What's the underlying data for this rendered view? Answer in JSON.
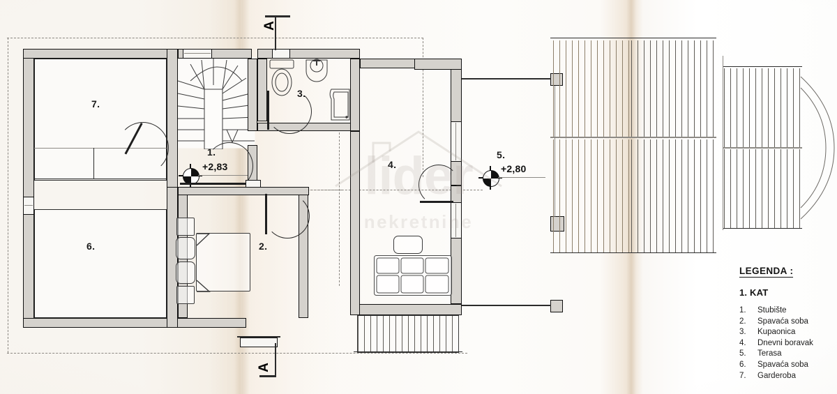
{
  "document": {
    "type": "architectural-floor-plan",
    "section_marker_top": "A",
    "section_marker_bottom": "A",
    "watermark": {
      "word": "lider",
      "subtitle": "nekretnine"
    }
  },
  "elevations": [
    {
      "id": "interior",
      "label": "1.",
      "value": "+2,83"
    },
    {
      "id": "terrace",
      "label": "5.",
      "value": "+2,80"
    }
  ],
  "room_numbers": {
    "stairs": "1.",
    "bedroom_small": "2.",
    "bathroom": "3.",
    "living": "4.",
    "terrace": "5.",
    "bedroom_large": "6.",
    "wardrobe": "7."
  },
  "legend": {
    "title": "LEGENDA :",
    "subtitle": "1. KAT",
    "items": [
      {
        "n": "1.",
        "label": "Stubište"
      },
      {
        "n": "2.",
        "label": "Spavaća soba"
      },
      {
        "n": "3.",
        "label": "Kupaonica"
      },
      {
        "n": "4.",
        "label": "Dnevni boravak"
      },
      {
        "n": "5.",
        "label": "Terasa"
      },
      {
        "n": "6.",
        "label": "Spavaća soba"
      },
      {
        "n": "7.",
        "label": "Garderoba"
      }
    ]
  },
  "colors": {
    "paper": "#fbf9f6",
    "wall_fill": "#d5d2cd",
    "ink": "#111111",
    "fold_shadow": "#c8b296",
    "watermark": "#a09488"
  }
}
